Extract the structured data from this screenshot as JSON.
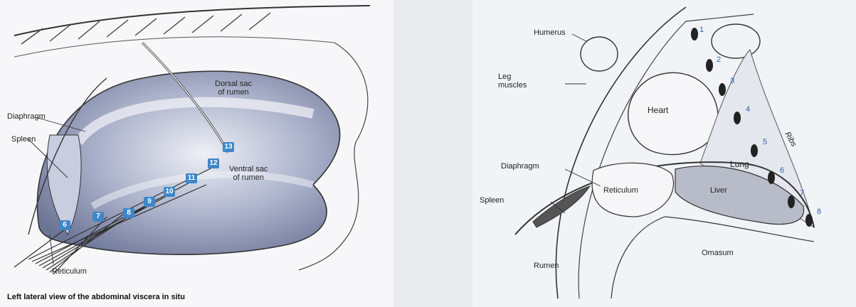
{
  "left": {
    "labels": {
      "diaphragm": "Diaphragm",
      "spleen": "Spleen",
      "reticulum": "Reticulum",
      "dorsal_sac_line1": "Dorsal sac",
      "dorsal_sac_line2": "of rumen",
      "ventral_sac_line1": "Ventral sac",
      "ventral_sac_line2": "of rumen"
    },
    "rib_numbers": [
      "6",
      "7",
      "8",
      "9",
      "10",
      "11",
      "12",
      "13"
    ],
    "caption": "Left lateral view of the abdominal viscera in situ"
  },
  "right": {
    "labels": {
      "humerus": "Humerus",
      "leg_muscles_line1": "Leg",
      "leg_muscles_line2": "muscles",
      "heart": "Heart",
      "lung": "Lung",
      "ribs": "Ribs",
      "diaphragm": "Diaphragm",
      "reticulum": "Reticulum",
      "liver": "Liver",
      "spleen": "Spleen",
      "rumen": "Rumen",
      "omasum": "Omasum"
    },
    "rib_numbers": [
      "1",
      "2",
      "3",
      "4",
      "5",
      "6",
      "7",
      "8"
    ]
  },
  "colors": {
    "rumen_fill": "#8e97b5",
    "liver_fill": "#b8bcc8",
    "rib_badge": "#3f87c9",
    "rib_number_text": "#2e62b0"
  }
}
